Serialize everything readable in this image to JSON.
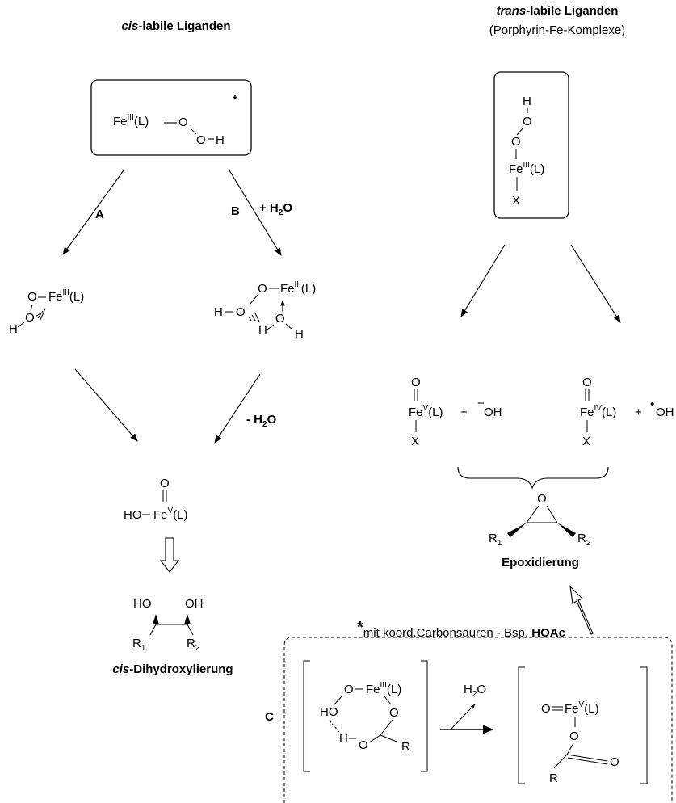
{
  "headings": {
    "cis_prefix": "cis",
    "cis_rest": "-labile Liganden",
    "trans_prefix": "trans",
    "trans_rest": "-labile Liganden",
    "trans_sub": "(Porphyrin-Fe-Komplexe)"
  },
  "path_labels": {
    "A": "A",
    "B": "B",
    "plus_water": "+ H",
    "minus_water": "- H",
    "water_sub": "2",
    "water_O": "O",
    "C": "C"
  },
  "symbols": {
    "Fe": "Fe",
    "L": "(L)",
    "ox_III": "III",
    "ox_V": "V",
    "ox_IV": "IV",
    "O": "O",
    "H": "H",
    "X": "X",
    "R": "R",
    "R1": "R",
    "R2": "R",
    "sub1": "1",
    "sub2": "2",
    "HO": "HO",
    "OH": "OH",
    "H2O_H": "H",
    "H2O_2": "2",
    "H2O_O": "O",
    "plus": "+",
    "minus": "−",
    "radical": "•",
    "star": "*"
  },
  "captions": {
    "cis_result_prefix": "cis",
    "cis_result_rest": "-Dihydroxylierung",
    "epox": "Epoxidierung",
    "note_star": "*",
    "note_text": "mit koord.Carbonsäuren - Bsp. ",
    "note_bold": "HOAc"
  }
}
